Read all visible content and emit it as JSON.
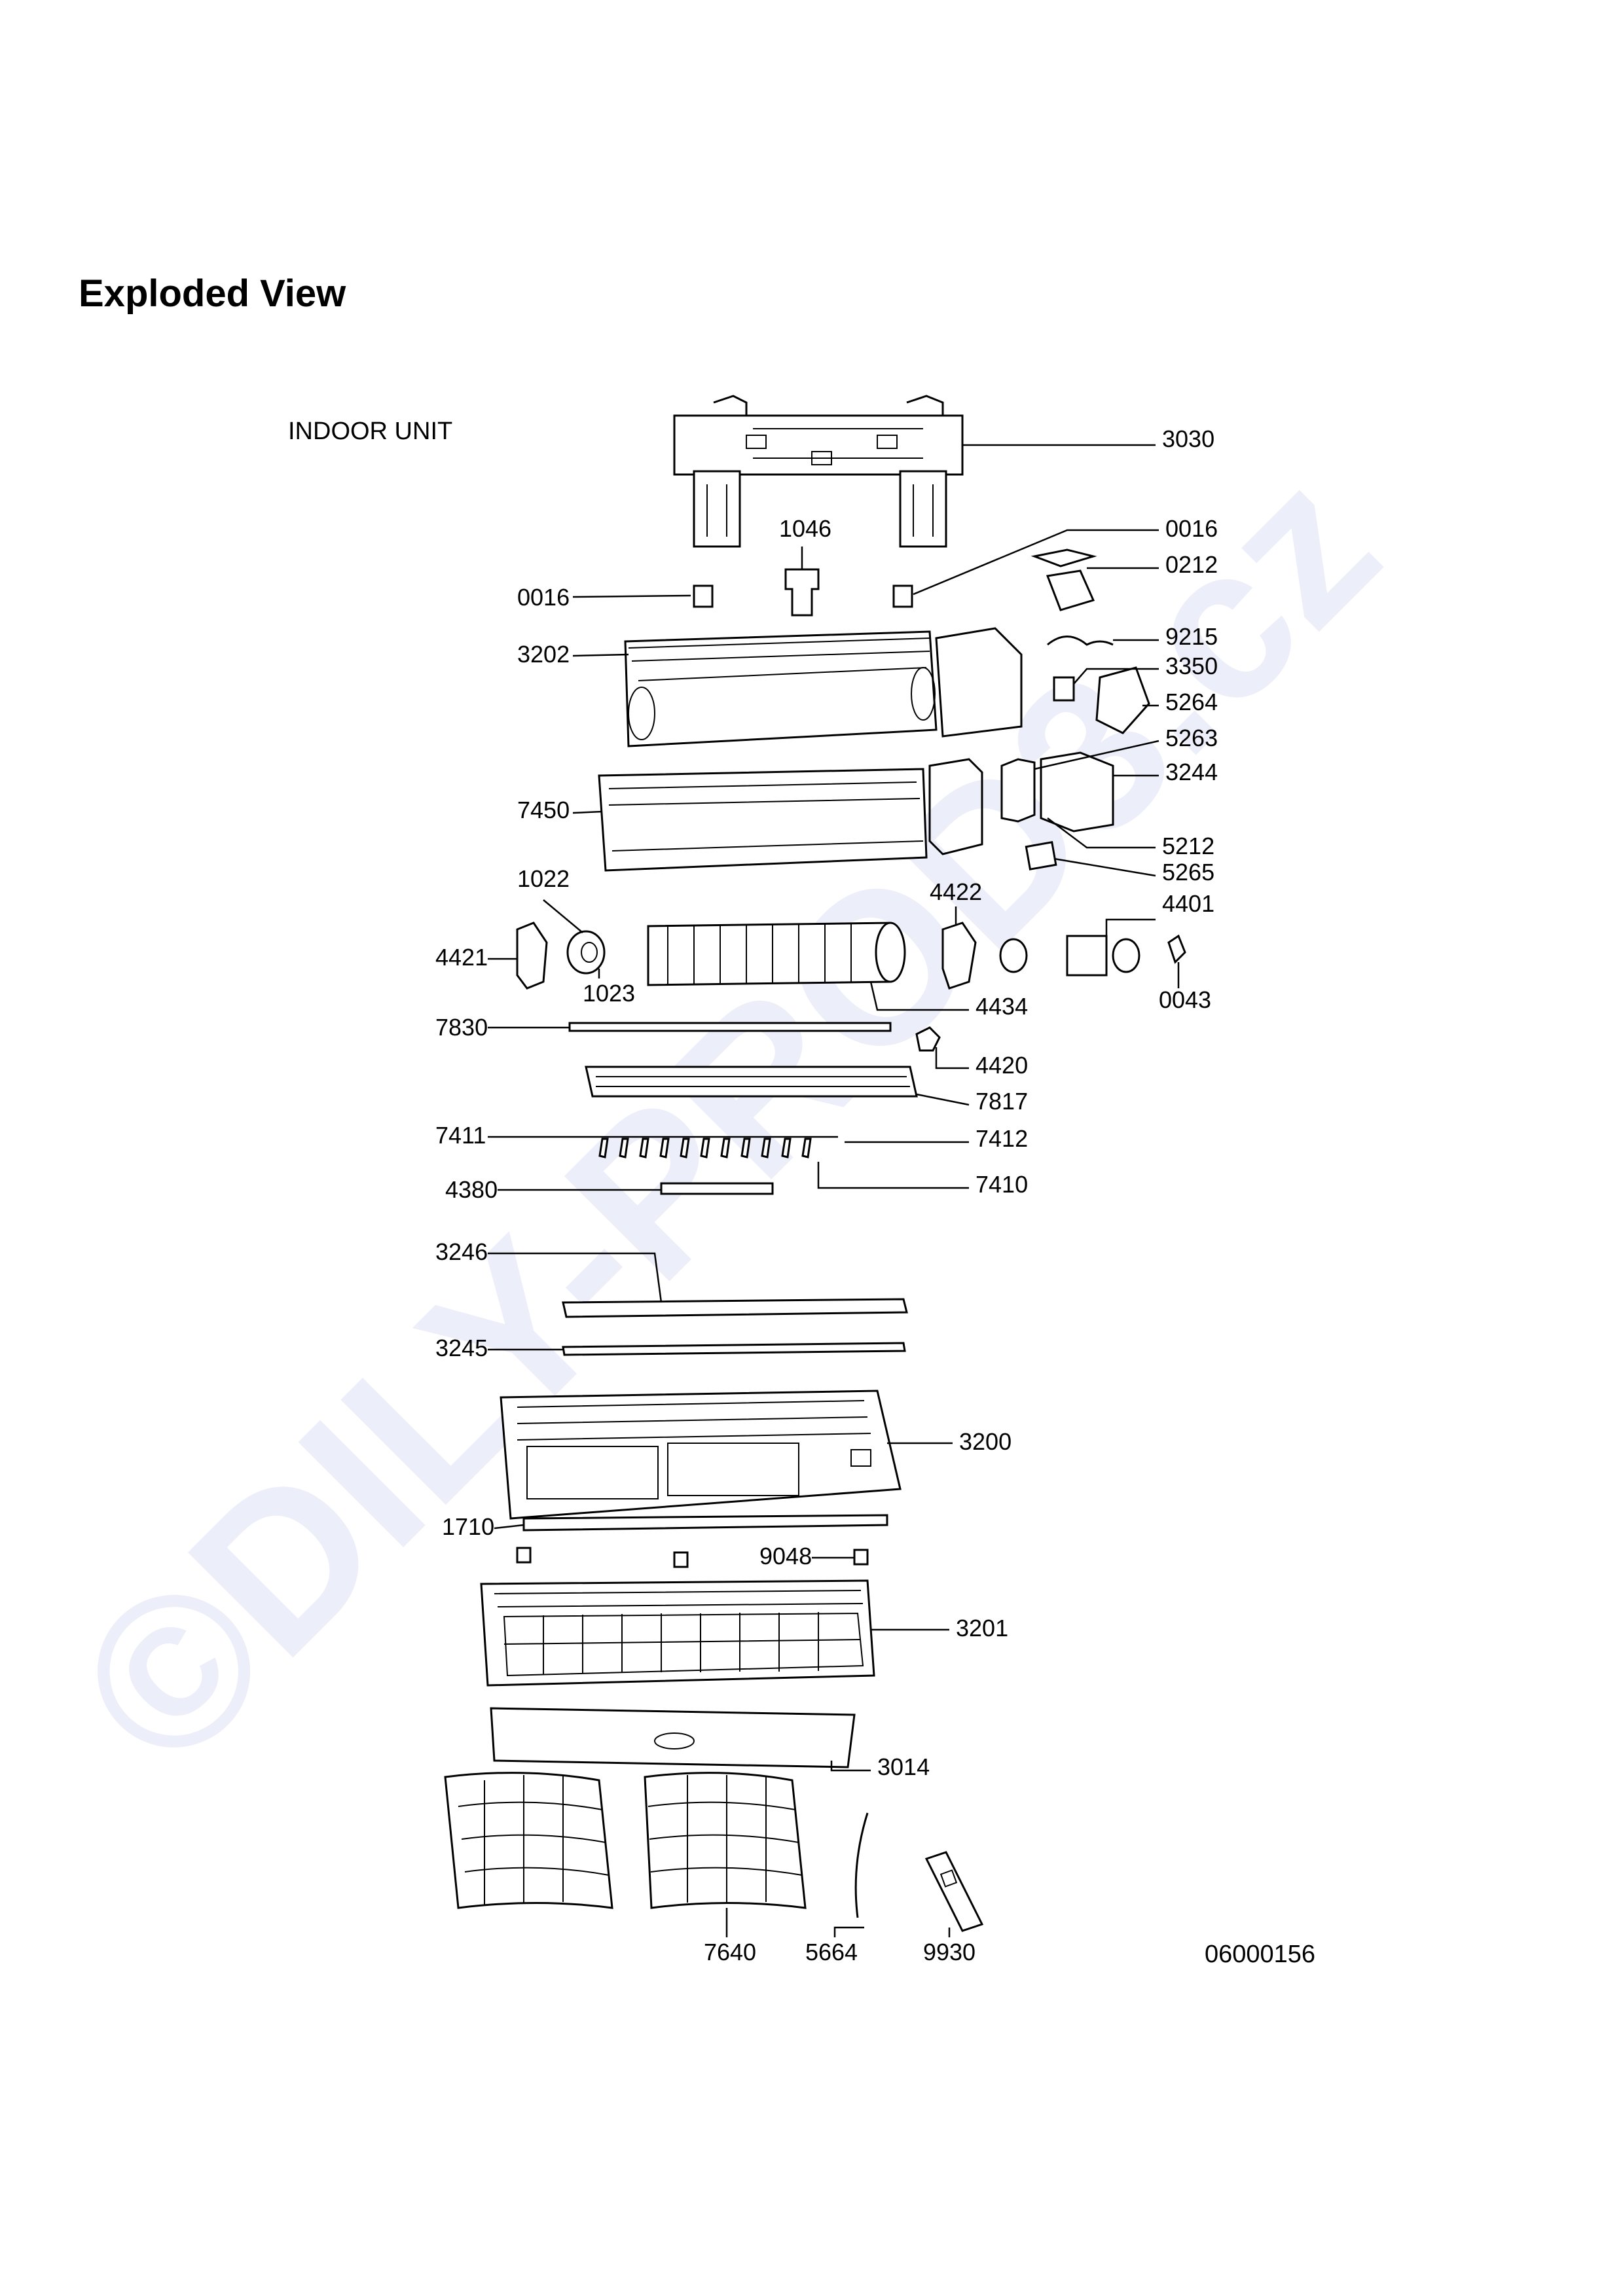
{
  "header": {
    "title": "Exploded View"
  },
  "diagram": {
    "section_label": "INDOOR UNIT",
    "document_code": "06000156",
    "watermark": "©DILY-PROD3.cz",
    "part_labels": {
      "p3030": "3030",
      "p1046": "1046",
      "p0016a": "0016",
      "p0016b": "0016",
      "p0212": "0212",
      "p9215": "9215",
      "p3350": "3350",
      "p3202": "3202",
      "p5264": "5264",
      "p5263": "5263",
      "p3244": "3244",
      "p7450": "7450",
      "p5212": "5212",
      "p5265": "5265",
      "p1022": "1022",
      "p4422": "4422",
      "p4401": "4401",
      "p4421": "4421",
      "p1023": "1023",
      "p4434": "4434",
      "p0043": "0043",
      "p7830": "7830",
      "p4420": "4420",
      "p7817": "7817",
      "p7411": "7411",
      "p7412": "7412",
      "p4380": "4380",
      "p7410": "7410",
      "p3246": "3246",
      "p3245": "3245",
      "p3200": "3200",
      "p1710": "1710",
      "p9048": "9048",
      "p3201": "3201",
      "p3014": "3014",
      "p7640": "7640",
      "p5664": "5664",
      "p9930": "9930"
    }
  }
}
